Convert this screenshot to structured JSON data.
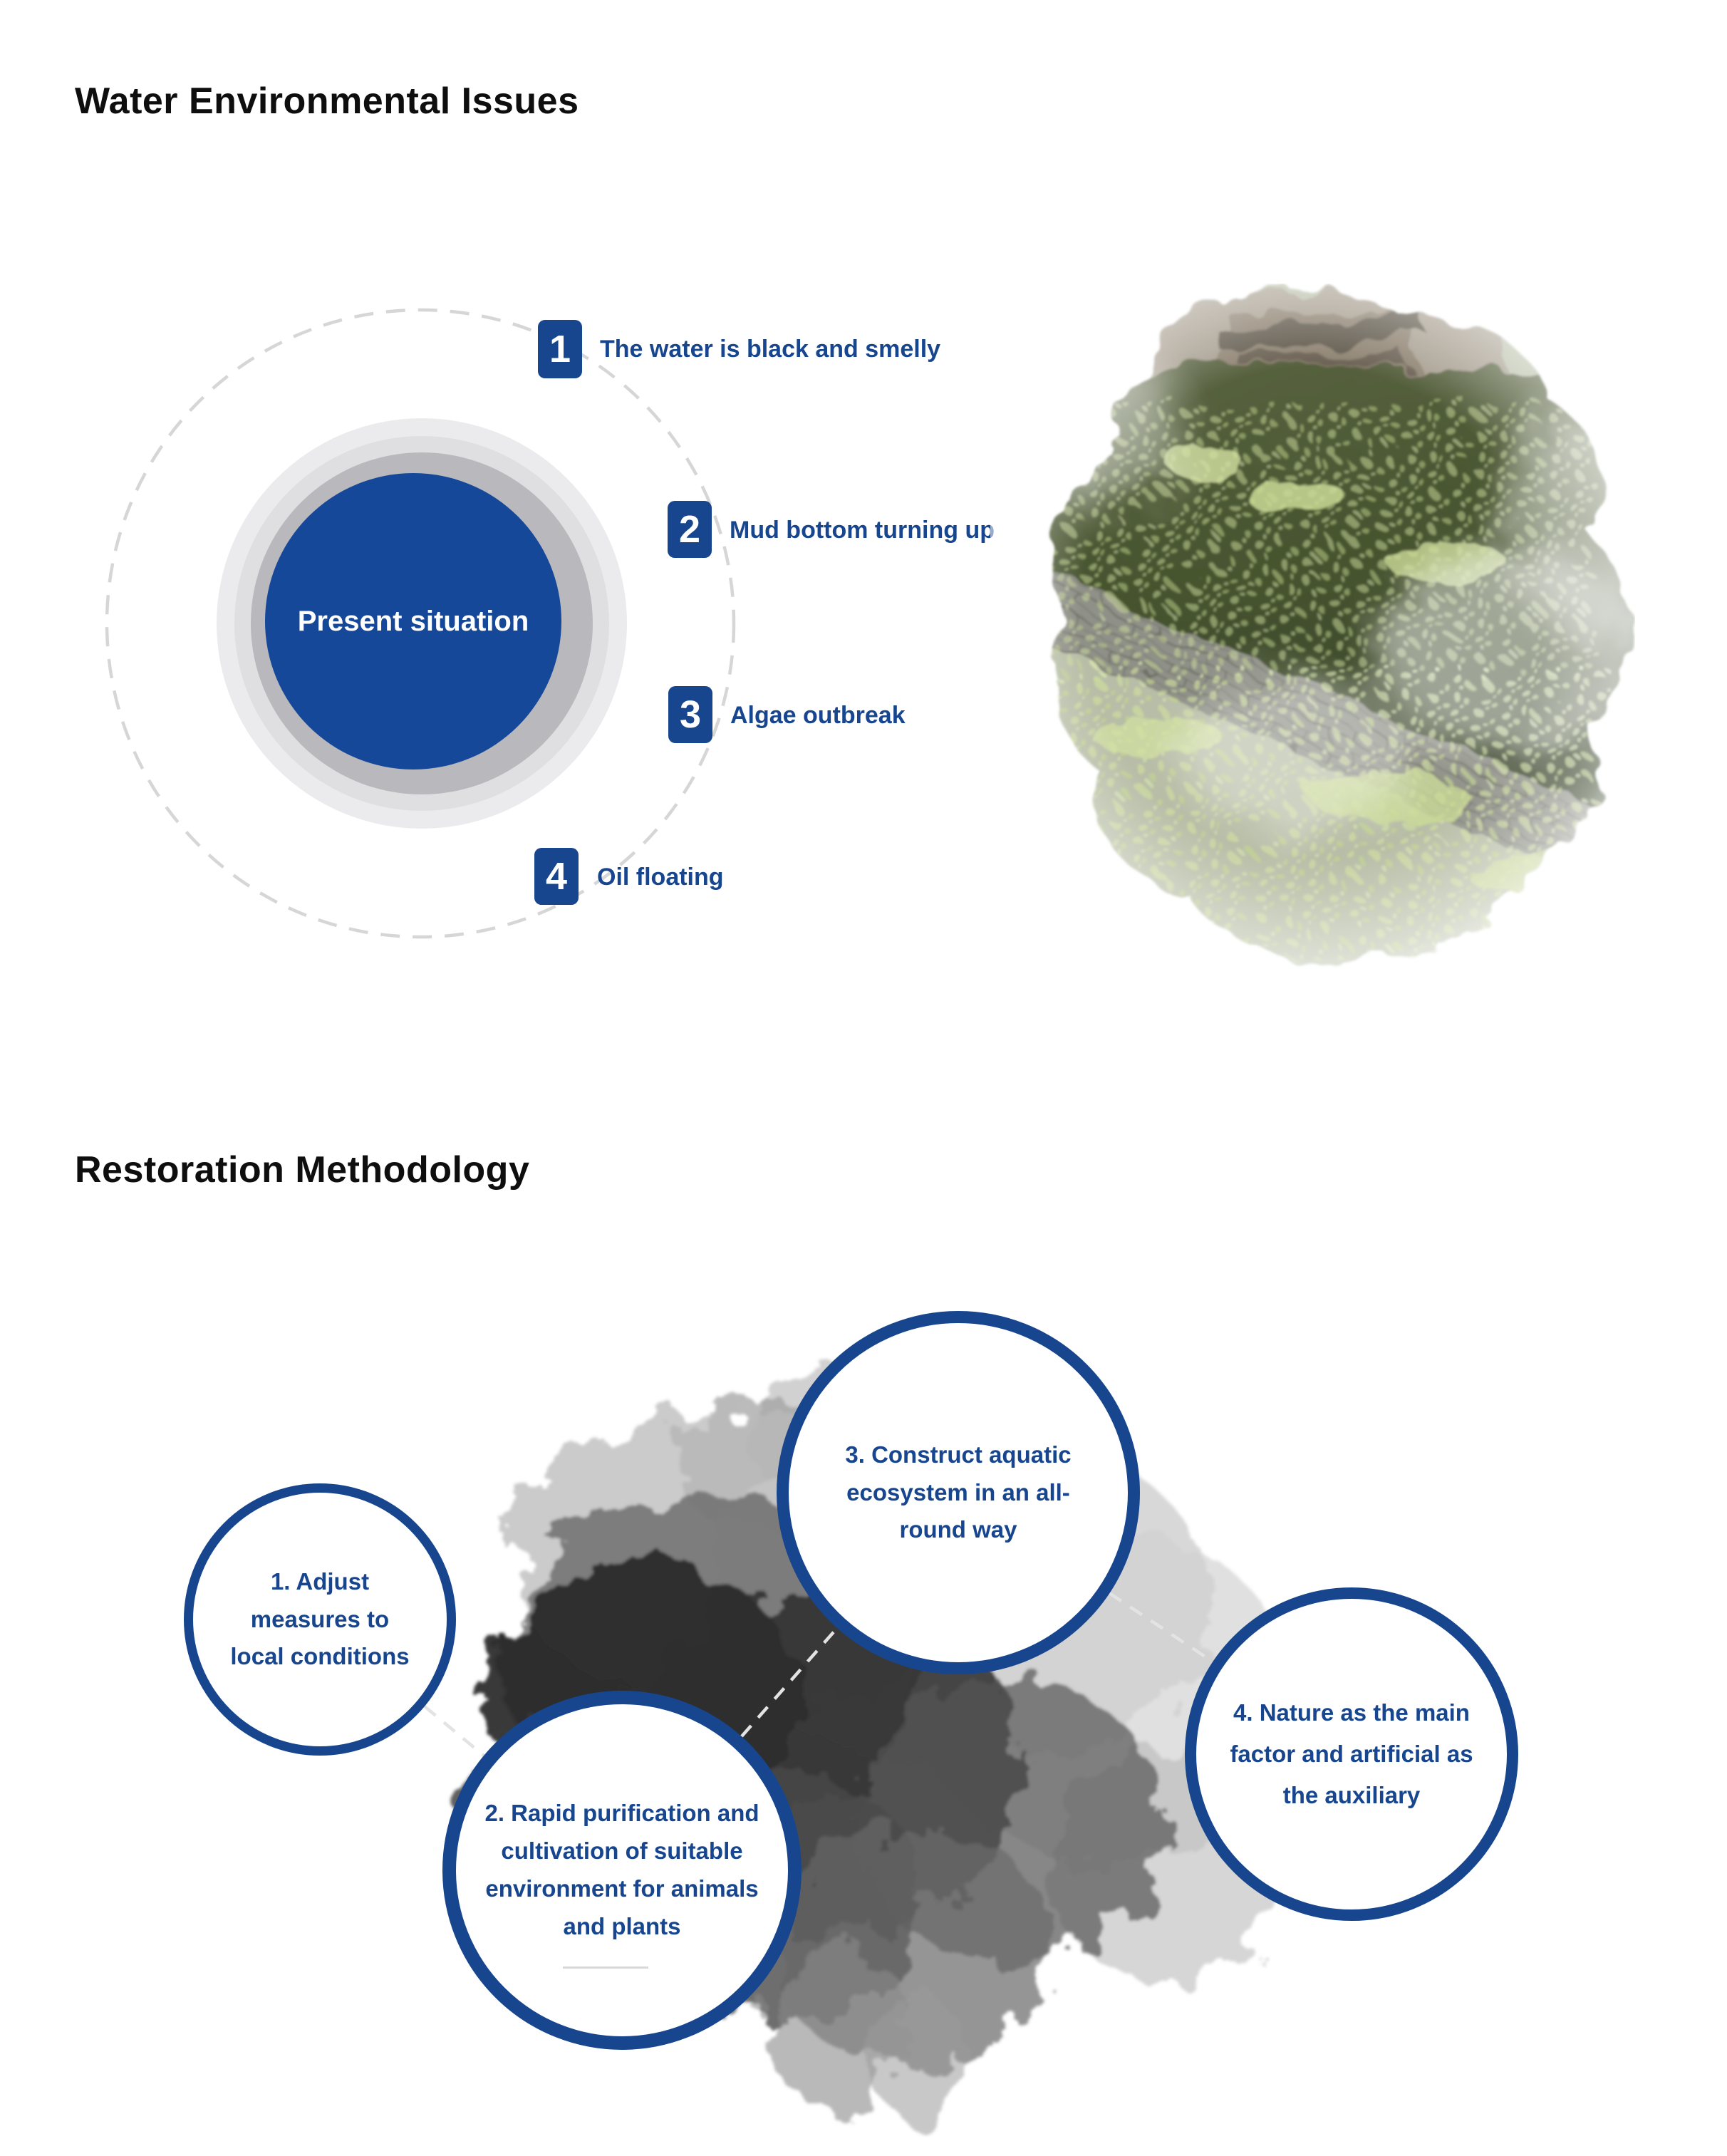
{
  "colors": {
    "navy_accent": "#17468F",
    "disc_blue": "#16489A",
    "title_text": "#0e0e0e",
    "ring_outer_gray": "#ebebee",
    "ring_mid_gray": "#dfdfe2",
    "ring_inner_gray": "#b9b9bd",
    "dashed_circle_gray": "#d6d6d6",
    "connector_gray": "#e3e3e3"
  },
  "issues_section": {
    "title": "Water Environmental Issues",
    "center_label": "Present situation",
    "items": [
      {
        "num": "1",
        "label": "The water is black and smelly"
      },
      {
        "num": "2",
        "label": "Mud bottom turning up"
      },
      {
        "num": "3",
        "label": "Algae outbreak"
      },
      {
        "num": "4",
        "label": "Oil floating"
      }
    ]
  },
  "methodology_section": {
    "title": "Restoration Methodology",
    "steps": [
      {
        "label": "1. Adjust measures to local conditions"
      },
      {
        "label": "2. Rapid purification and cultivation of suitable environment for animals and plants"
      },
      {
        "label": "3. Construct aquatic ecosystem in an all-round way"
      },
      {
        "label": "4. Nature as the main factor and artificial as the auxiliary"
      }
    ]
  }
}
